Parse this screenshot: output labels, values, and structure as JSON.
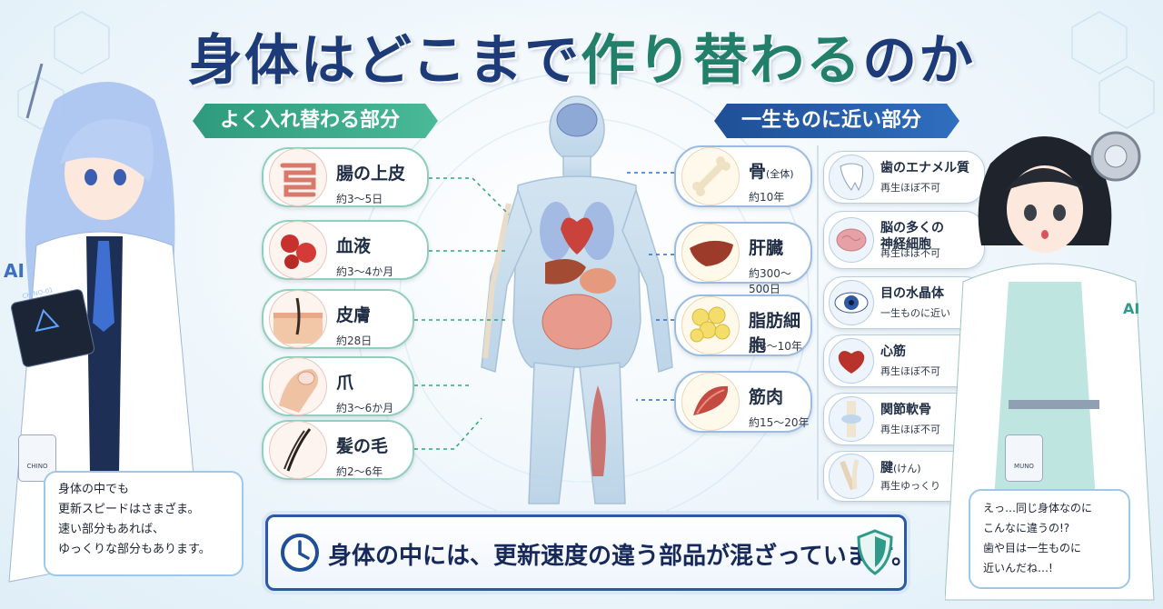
{
  "title": {
    "part1": "身体はどこまで",
    "part2": "作り替わる",
    "part3": "のか"
  },
  "sections": {
    "left_label": "よく入れ替わる部分",
    "right_label": "一生ものに近い部分"
  },
  "fast_parts": [
    {
      "name": "腸の上皮",
      "period": "約3～5日"
    },
    {
      "name": "血液",
      "period": "約3～4か月"
    },
    {
      "name": "皮膚",
      "period": "約28日"
    },
    {
      "name": "爪",
      "period": "約3～6か月"
    },
    {
      "name": "髪の毛",
      "period": "約2～6年"
    }
  ],
  "slow_parts": [
    {
      "name": "骨",
      "name_note": "(全体)",
      "period": "約10年"
    },
    {
      "name": "肝臓",
      "period": "約300～500日"
    },
    {
      "name": "脂肪細胞",
      "period": "約8～10年"
    },
    {
      "name": "筋肉",
      "period": "約15～20年"
    }
  ],
  "permanent_parts": [
    {
      "name": "歯のエナメル質",
      "note": "再生ほぼ不可"
    },
    {
      "name": "脳の多くの\n神経細胞",
      "note": "再生ほぼ不可"
    },
    {
      "name": "目の水晶体",
      "note": "一生ものに近い"
    },
    {
      "name": "心筋",
      "note": "再生ほぼ不可"
    },
    {
      "name": "関節軟骨",
      "note": "再生ほぼ不可"
    },
    {
      "name": "腱",
      "name_note": "(けん)",
      "note": "再生ゆっくり"
    }
  ],
  "bubble_left": "身体の中でも\n更新スピードはさまざま。\n速い部分もあれば、\nゆっくりな部分もあります。",
  "bubble_right": "えっ…同じ身体なのに\nこんなに違うの!?\n歯や目は一生ものに\n近いんだね…!",
  "banner": {
    "text": "身体の中には、更新速度の違う部品が混ざっています。"
  },
  "characters": {
    "left_badge": "CHINO",
    "left_tablet": "CHINO-01",
    "left_coat_mark": "AI",
    "right_badge": "MUNO",
    "right_coat_mark": "AI"
  },
  "icons": {
    "banner_left": "clock-icon",
    "banner_right": "shield-icon"
  },
  "colors": {
    "title_navy": "#1d3b78",
    "title_green": "#22806a",
    "green_label": "#2f9a7d",
    "blue_label": "#1f4f96",
    "banner_border": "#2b5aa5"
  }
}
